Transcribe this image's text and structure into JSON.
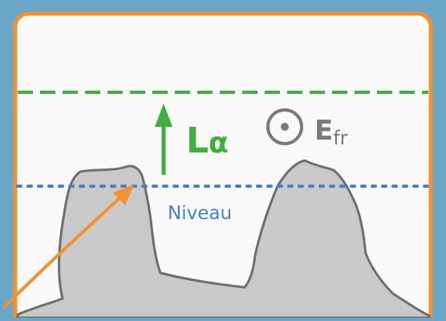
{
  "colors": {
    "background": "#6aa6c8",
    "panel_fill": "#f9f9f9",
    "panel_border": "#f2922f",
    "level_line": "#3fb03c",
    "surface_line": "#4a7fc4",
    "surface_fill": "#c9c9c9",
    "surface_stroke": "#6e6e6e",
    "arrow_up": "#3fb03c",
    "arrow_incident": "#f2922f",
    "symbol_gray": "#7a7a7a"
  },
  "labels": {
    "l_main": "L",
    "l_sub": "α",
    "e_main": "E",
    "e_sub": "fr",
    "niveau": "Niveau"
  },
  "icons": {
    "out_of_plane": "circled-dot-icon",
    "up_arrow": "arrow-up-icon",
    "incident_arrow": "arrow-icon"
  }
}
